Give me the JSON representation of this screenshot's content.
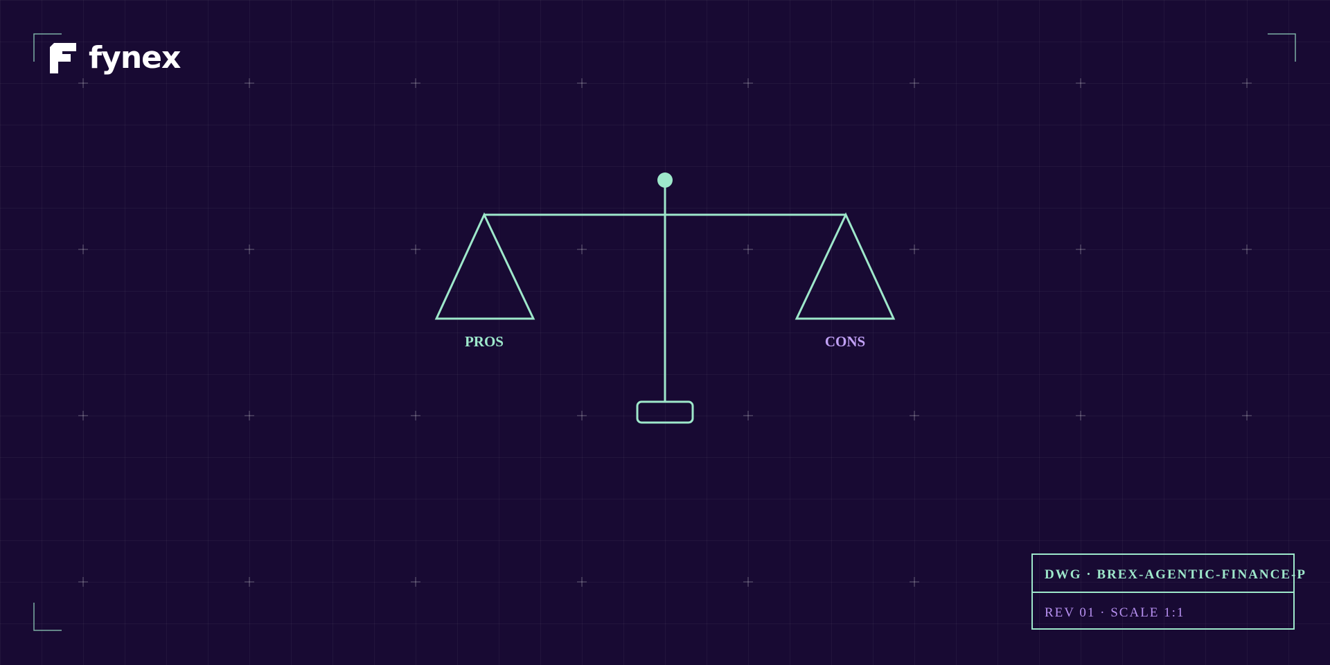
{
  "brand": {
    "name": "fynex",
    "logo_color": "#ffffff"
  },
  "diagram": {
    "left_label": "PROS",
    "right_label": "CONS",
    "left_label_color": "#9ee8cb",
    "right_label_color": "#c1a1f5"
  },
  "title_block": {
    "drawing_id": "DWG · BREX-AGENTIC-FINANCE-P",
    "revision": "REV 01 · SCALE 1:1"
  },
  "colors": {
    "background": "#180a33",
    "accent": "#9ee8cb",
    "secondary": "#b891f2"
  }
}
